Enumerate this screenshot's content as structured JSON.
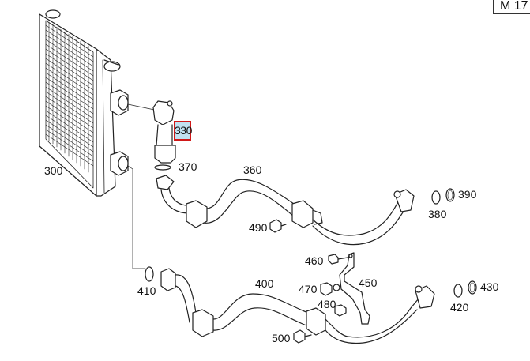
{
  "figure_ref": "M 17",
  "selected_part": "330",
  "parts": {
    "p300": "300",
    "p360": "360",
    "p370": "370",
    "p380": "380",
    "p390": "390",
    "p400": "400",
    "p410": "410",
    "p420": "420",
    "p430": "430",
    "p450": "450",
    "p460": "460",
    "p470": "470",
    "p480": "480",
    "p490": "490",
    "p500": "500"
  },
  "colors": {
    "highlight_border": "#d01818",
    "highlight_fill": "#8cc8e6"
  }
}
